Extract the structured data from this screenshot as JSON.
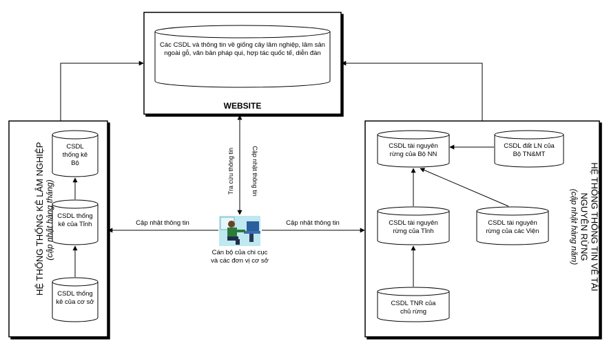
{
  "website": {
    "db_text": "Các CSDL và thông tin về giống cây lâm nghiệp, lâm sản ngoài gỗ, văn bản pháp qui, hợp tác quốc tế, diễn đàn",
    "title": "WEBSITE"
  },
  "left_system": {
    "title": "HỆ THỐNG THỐNG KÊ LÂM NGHIỆP",
    "subtitle": "(cập nhật hàng tháng)",
    "db_bo": "CSDL thống kê Bộ",
    "db_tinh": "CSDL thống kê của Tỉnh",
    "db_coso": "CSDL thống kê của cơ sở"
  },
  "right_system": {
    "title": "HỆ THỐNG THÔNG TIN VỀ TÀI NGUYÊN RỪNG",
    "subtitle": "(cập nhật hàng năm)",
    "db_bonn": "CSDL tài nguyên rừng của Bộ NN",
    "db_dat": "CSDL đất LN của Bộ TN&MT",
    "db_tinh": "CSDL tài nguyên rừng của Tỉnh",
    "db_vien": "CSDL tài nguyên rừng của các Viện",
    "db_chu": "CSDL TNR của chủ rừng"
  },
  "center": {
    "left_flow": "Cập nhật thông tin",
    "right_flow": "Cập nhật thông tin",
    "lookup": "Tra cứu thông tin",
    "update_up": "Cập nhật thông tin",
    "worker_label": "Cán bộ của chi cục và các đơn vị cơ sở"
  }
}
